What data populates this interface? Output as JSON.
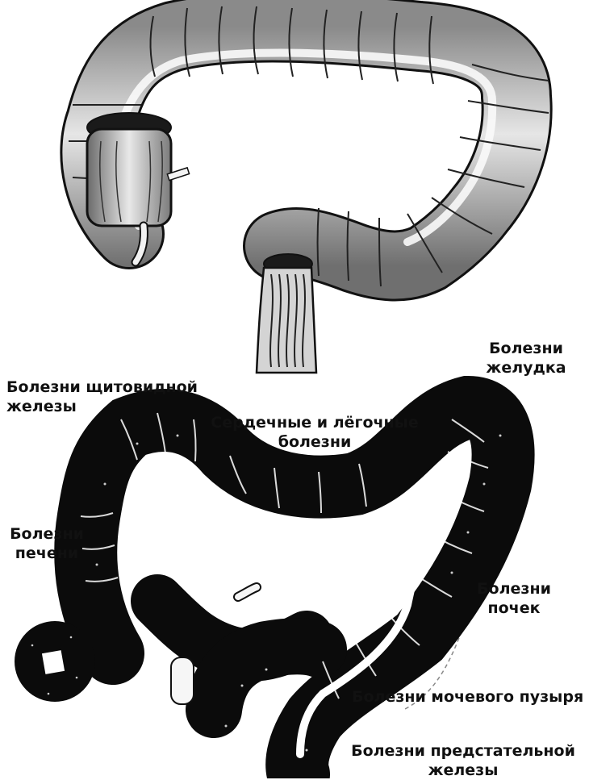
{
  "labels": {
    "stomach": {
      "line1": "Болезни",
      "line2": "желудка"
    },
    "thyroid": {
      "line1": "Болезни щитовидной",
      "line2": "железы"
    },
    "heart_lung": {
      "line1": "Сердечные и лёгочные",
      "line2": "болезни"
    },
    "liver": {
      "line1": "Болезни",
      "line2": "печени"
    },
    "kidney": {
      "line1": "Болезни",
      "line2": "почек"
    },
    "bladder": {
      "line1": "Болезни мочевого пузыря"
    },
    "prostate": {
      "line1": "Болезни предстательной",
      "line2": "железы"
    }
  },
  "colors": {
    "ink": "#111111",
    "colon_fill": "#c9c9c9",
    "map_fill": "#0b0b0b",
    "paper": "#ffffff"
  }
}
